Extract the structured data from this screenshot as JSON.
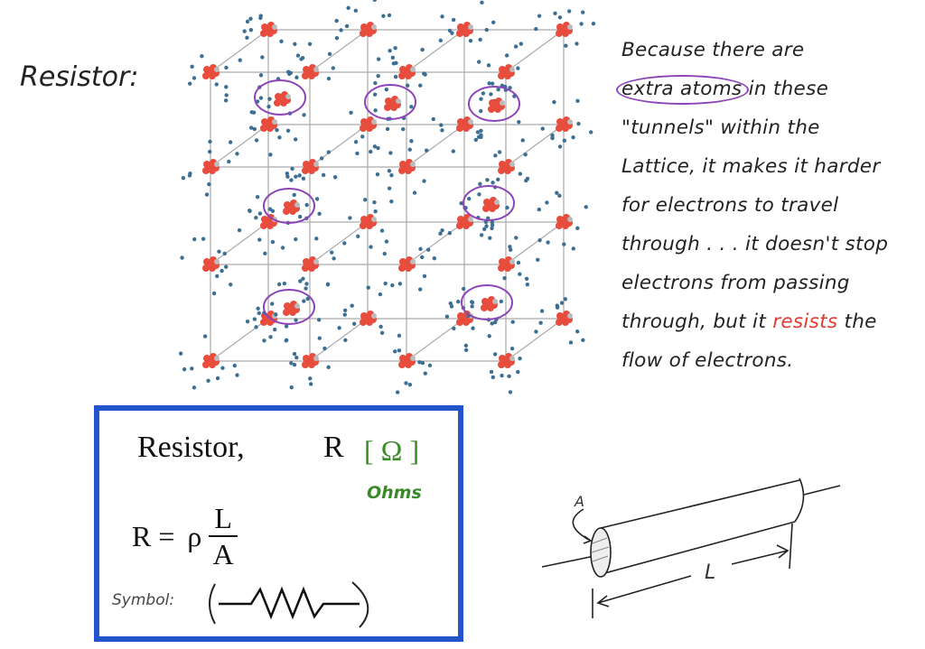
{
  "title": "Resistor:",
  "explanation": {
    "lines": [
      "Because there are",
      [
        "extra atoms",
        " in these"
      ],
      "\"tunnels\" within the",
      "Lattice, it makes it harder",
      "for electrons to travel",
      "through . . . it doesn't stop",
      "electrons from passing",
      [
        "through, but it ",
        "resists",
        " the"
      ],
      "flow of electrons."
    ]
  },
  "formula_box": {
    "title": "Resistor,",
    "symbol": "R",
    "unit": "[ Ω ]",
    "unit_name": "Ohms",
    "equation": {
      "lhs": "R =",
      "rho": "ρ",
      "numerator": "L",
      "denominator": "A"
    },
    "symbol_label": "Symbol:"
  },
  "sketch": {
    "area_label": "A",
    "length_label": "L"
  },
  "colors": {
    "box_border": "#2255cc",
    "unit": "#3a8a2a",
    "highlight": "#e03b30",
    "circle": "#8e44b8",
    "atom": "#e84c3d",
    "electron": "#3d6f93"
  }
}
